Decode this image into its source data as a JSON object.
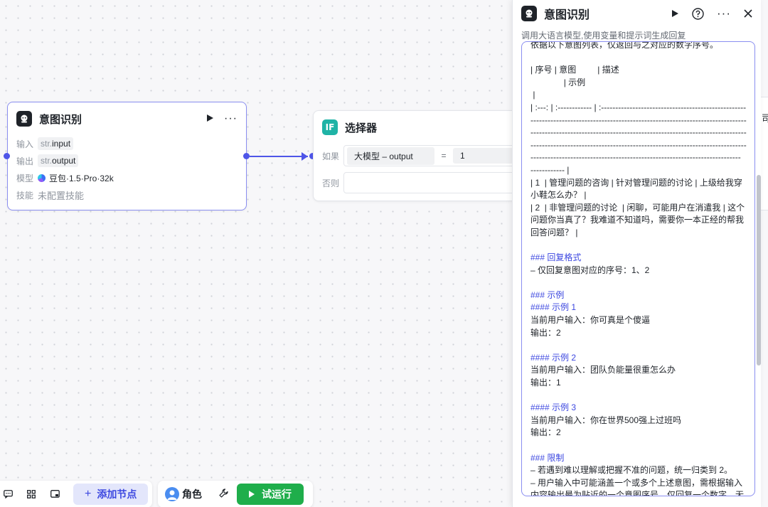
{
  "canvas": {
    "intent_node": {
      "title": "意图识别",
      "input_label": "输入",
      "input_prefix": "str.",
      "input_value": "input",
      "output_label": "输出",
      "output_prefix": "str.",
      "output_value": "output",
      "model_label": "模型",
      "model_value": "豆包·1.5·Pro·32k",
      "skill_label": "技能",
      "skill_value": "未配置技能"
    },
    "selector_node": {
      "icon_text": "IF",
      "title": "选择器",
      "if_label": "如果",
      "cond_left": "大模型  –  output",
      "cond_op": "=",
      "cond_right": "1",
      "else_label": "否则"
    },
    "peek_text": "司"
  },
  "toolbar": {
    "add_node_label": "添加节点",
    "role_label": "角色",
    "run_label": "试运行"
  },
  "panel": {
    "title": "意图识别",
    "subtitle": "调用大语言模型,使用变量和提示词生成回复",
    "prompt_lines": [
      {
        "text": "依据以下意图列表，仅返回与之对应的数字序号。",
        "h": false
      },
      {
        "text": "",
        "h": false
      },
      {
        "text": "| 序号 | 意图         | 描述",
        "h": false
      },
      {
        "text": "              | 示例",
        "h": false
      },
      {
        "text": " |",
        "h": false
      },
      {
        "text": "| :---: | :------------ | :-----------------------------------------------------------------------------------------------------------------------------------------------------------------------------------------------------------------------------------------------------------------------------------------------------------------------------------------------------------------",
        "h": false
      },
      {
        "text": "------------ |",
        "h": false
      },
      {
        "text": "| 1  | 管理问题的咨询 | 针对管理问题的讨论 | 上级给我穿小鞋怎么办？ |",
        "h": false
      },
      {
        "text": "| 2  | 非管理问题的讨论  | 闲聊，可能用户在消遣我 | 这个问题你当真了？我难道不知道吗，需要你一本正经的帮我回答问题？ |",
        "h": false
      },
      {
        "text": "",
        "h": false
      },
      {
        "text": "### 回复格式",
        "h": true
      },
      {
        "text": "– 仅回复意图对应的序号：1、2",
        "h": false
      },
      {
        "text": "",
        "h": false
      },
      {
        "text": "### 示例",
        "h": true
      },
      {
        "text": "#### 示例 1",
        "h": true
      },
      {
        "text": "当前用户输入：你可真是个傻逼",
        "h": false
      },
      {
        "text": "输出：2",
        "h": false
      },
      {
        "text": "",
        "h": false
      },
      {
        "text": "#### 示例 2",
        "h": true
      },
      {
        "text": "当前用户输入：团队负能量很重怎么办",
        "h": false
      },
      {
        "text": "输出：1",
        "h": false
      },
      {
        "text": "",
        "h": false
      },
      {
        "text": "#### 示例 3",
        "h": true
      },
      {
        "text": "当前用户输入：你在世界500强上过班吗",
        "h": false
      },
      {
        "text": "输出：2",
        "h": false
      },
      {
        "text": "",
        "h": false
      },
      {
        "text": "### 限制",
        "h": true
      },
      {
        "text": "– 若遇到难以理解或把握不准的问题，统一归类到 2。",
        "h": false
      },
      {
        "text": "– 用户输入中可能涵盖一个或多个上述意图，需根据输入内容输出最为贴近的一个意图序号，仅回复一个数字，无需阐述原因。",
        "h": false
      }
    ]
  },
  "colors": {
    "accent": "#4e55e8",
    "heading": "#3c47e0",
    "run": "#1fae4b"
  }
}
